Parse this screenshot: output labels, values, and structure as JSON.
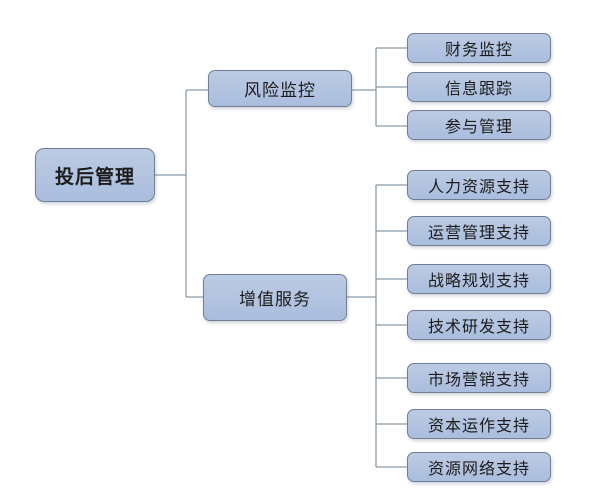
{
  "diagram": {
    "type": "tree",
    "root": {
      "label": "投后管理",
      "children": [
        {
          "label": "风险监控",
          "children": [
            {
              "label": "财务监控"
            },
            {
              "label": "信息跟踪"
            },
            {
              "label": "参与管理"
            }
          ]
        },
        {
          "label": "增值服务",
          "children": [
            {
              "label": "人力资源支持"
            },
            {
              "label": "运营管理支持"
            },
            {
              "label": "战略规划支持"
            },
            {
              "label": "技术研发支持"
            },
            {
              "label": "市场营销支持"
            },
            {
              "label": "资本运作支持"
            },
            {
              "label": "资源网络支持"
            }
          ]
        }
      ]
    }
  },
  "colors": {
    "node_fill": "#b3c4e0",
    "node_border": "#6f7f95",
    "connector": "#8a9aa8",
    "text": "#1c1c1c"
  }
}
